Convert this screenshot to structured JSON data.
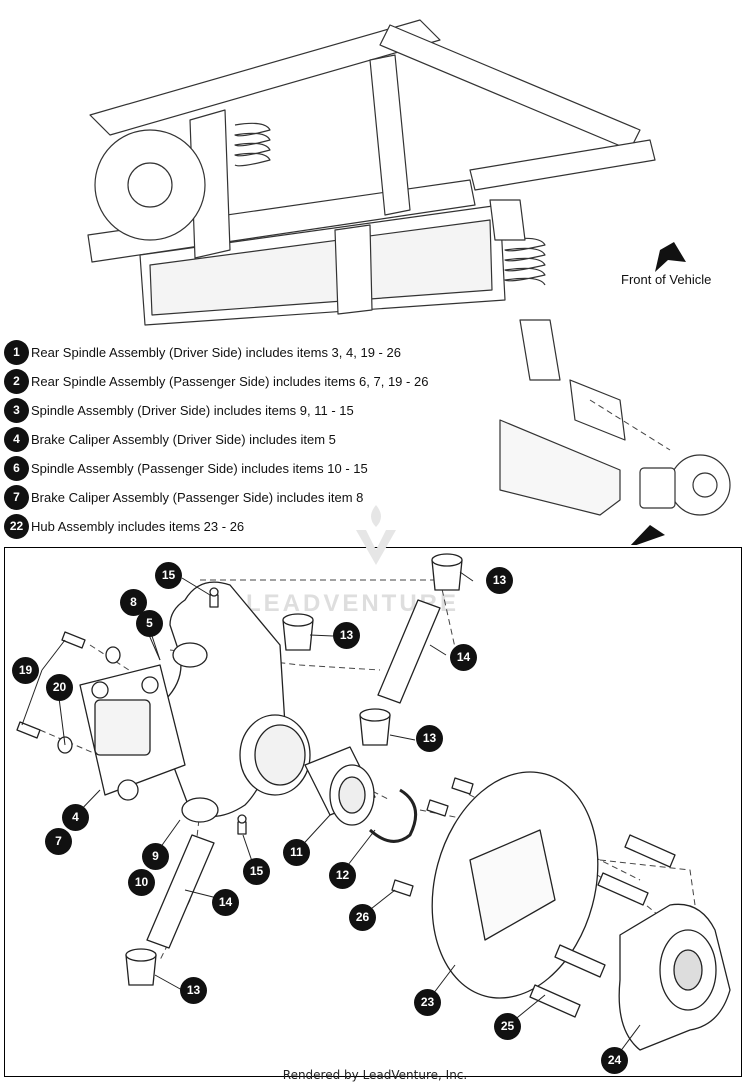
{
  "overview": {
    "front_label": "Front of Vehicle"
  },
  "legend": [
    {
      "num": "1",
      "text": "Rear Spindle Assembly (Driver Side) includes items 3, 4, 19 - 26"
    },
    {
      "num": "2",
      "text": "Rear Spindle Assembly (Passenger Side) includes items 6, 7, 19 - 26"
    },
    {
      "num": "3",
      "text": "Spindle Assembly (Driver Side) includes items 9, 11 - 15"
    },
    {
      "num": "4",
      "text": "Brake Caliper Assembly (Driver Side) includes item 5"
    },
    {
      "num": "6",
      "text": "Spindle Assembly (Passenger Side) includes items 10 - 15"
    },
    {
      "num": "7",
      "text": "Brake Caliper Assembly (Passenger Side) includes item 8"
    },
    {
      "num": "22",
      "text": "Hub Assembly includes items 23 - 26"
    }
  ],
  "watermark": "LEADVENTURE",
  "callouts": [
    {
      "id": "c15a",
      "label": "15"
    },
    {
      "id": "c8",
      "label": "8"
    },
    {
      "id": "c5",
      "label": "5"
    },
    {
      "id": "c19",
      "label": "19"
    },
    {
      "id": "c20",
      "label": "20"
    },
    {
      "id": "c4",
      "label": "4"
    },
    {
      "id": "c7",
      "label": "7"
    },
    {
      "id": "c9",
      "label": "9"
    },
    {
      "id": "c10",
      "label": "10"
    },
    {
      "id": "c15b",
      "label": "15"
    },
    {
      "id": "c14a",
      "label": "14"
    },
    {
      "id": "c13a",
      "label": "13"
    },
    {
      "id": "c13b",
      "label": "13"
    },
    {
      "id": "c14b",
      "label": "14"
    },
    {
      "id": "c13c",
      "label": "13"
    },
    {
      "id": "c13d",
      "label": "13"
    },
    {
      "id": "c11",
      "label": "11"
    },
    {
      "id": "c12",
      "label": "12"
    },
    {
      "id": "c26",
      "label": "26"
    },
    {
      "id": "c23",
      "label": "23"
    },
    {
      "id": "c25",
      "label": "25"
    },
    {
      "id": "c24",
      "label": "24"
    }
  ],
  "footer": "Rendered by LeadVenture, Inc."
}
